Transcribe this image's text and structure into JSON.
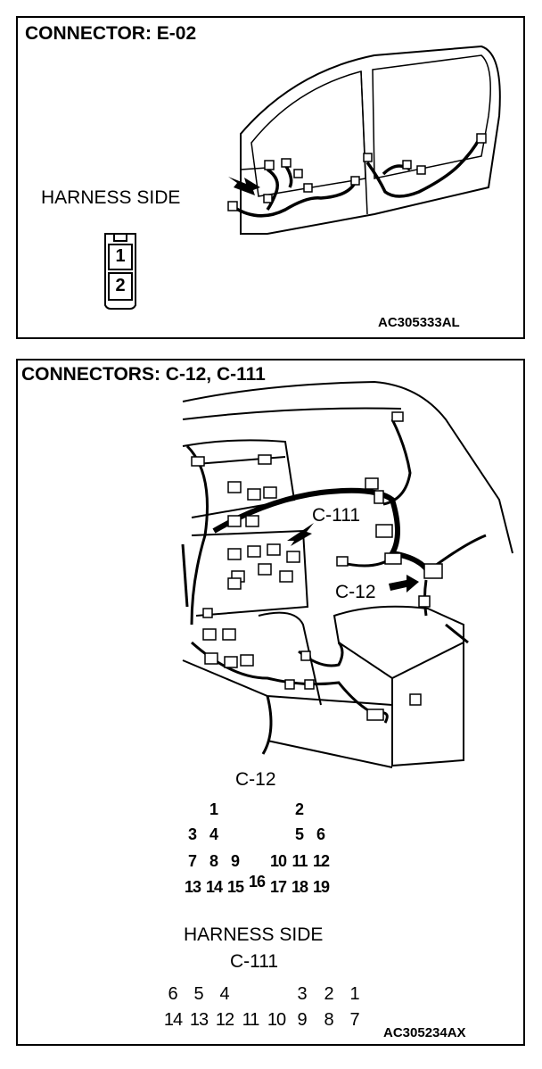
{
  "panel1": {
    "title": "CONNECTOR: E-02",
    "harness_label": "HARNESS SIDE",
    "pins": [
      "1",
      "2"
    ],
    "figure_code": "AC305333AL"
  },
  "panel2": {
    "title": "CONNECTORS: C-12, C-111",
    "callout_c111": "C-111",
    "callout_c12": "C-12",
    "c12_label": "C-12",
    "c12_pins": [
      "1",
      "2",
      "3",
      "4",
      "5",
      "6",
      "7",
      "8",
      "9",
      "10",
      "11",
      "12",
      "13",
      "14",
      "15",
      "16",
      "17",
      "18",
      "19"
    ],
    "harness_label": "HARNESS SIDE",
    "c111_label": "C-111",
    "c111_top_pins": [
      "6",
      "5",
      "4",
      "3",
      "2",
      "1"
    ],
    "c111_bottom_pins": [
      "14",
      "13",
      "12",
      "11",
      "10",
      "9",
      "8",
      "7"
    ],
    "figure_code": "AC305234AX"
  }
}
